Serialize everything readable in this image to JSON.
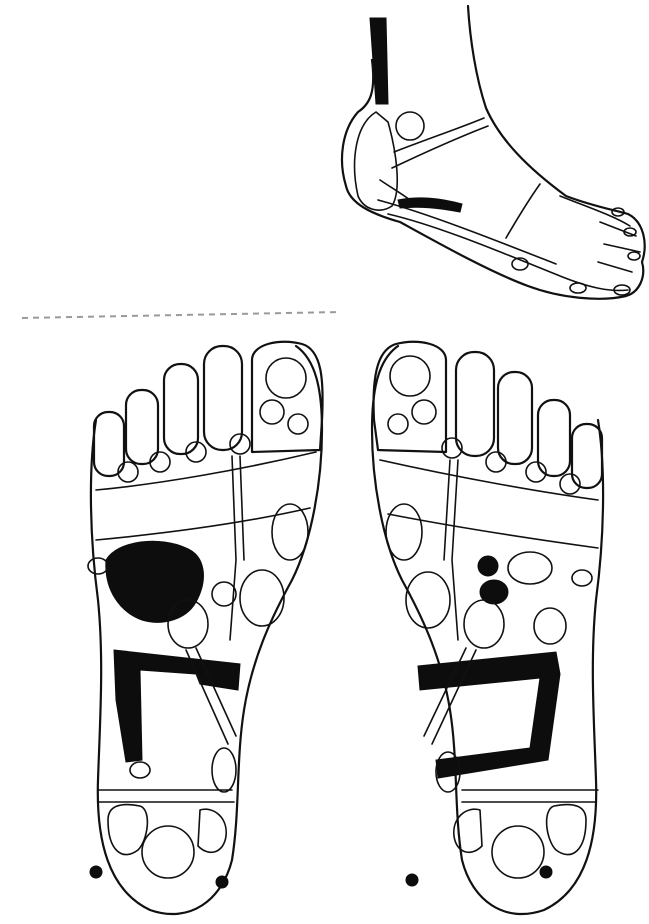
{
  "figure": {
    "labels": []
  },
  "colors": {
    "ink": "#111111",
    "highlight": "#0d0d0d",
    "background": "#ffffff"
  },
  "views": [
    "side-view-foot",
    "left-sole",
    "right-sole"
  ]
}
